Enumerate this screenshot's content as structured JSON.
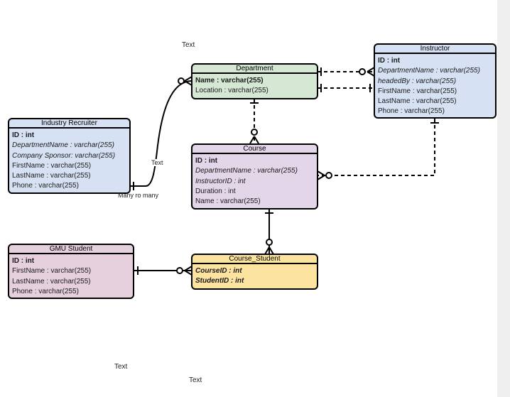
{
  "entities": {
    "department": {
      "title": "Department",
      "attributes": [
        {
          "text": "Name : varchar(255)",
          "style": "pk"
        },
        {
          "text": "Location : varchar(255)",
          "style": "normal"
        }
      ]
    },
    "instructor": {
      "title": "Instructor",
      "attributes": [
        {
          "text": "ID : int",
          "style": "pk"
        },
        {
          "text": "DepartmentName : varchar(255)",
          "style": "it"
        },
        {
          "text": "headedBy : varchar(255)",
          "style": "it"
        },
        {
          "text": "FirstName : varchar(255)",
          "style": "normal"
        },
        {
          "text": "LastName : varchar(255)",
          "style": "normal"
        },
        {
          "text": "Phone : varchar(255)",
          "style": "normal"
        }
      ]
    },
    "industry_recruiter": {
      "title": "Industry Recruiter",
      "attributes": [
        {
          "text": "ID : int",
          "style": "pk"
        },
        {
          "text": "DepartmentName : varchar(255)",
          "style": "it"
        },
        {
          "text": "Company Sponsor: varchar(255)",
          "style": "it"
        },
        {
          "text": "FirstName : varchar(255)",
          "style": "normal"
        },
        {
          "text": "LastName : varchar(255)",
          "style": "normal"
        },
        {
          "text": "Phone : varchar(255)",
          "style": "normal"
        }
      ]
    },
    "course": {
      "title": "Course",
      "attributes": [
        {
          "text": "ID : int",
          "style": "pk"
        },
        {
          "text": "DepartmentName : varchar(255)",
          "style": "it"
        },
        {
          "text": "InstructorID : int",
          "style": "it"
        },
        {
          "text": "Duration : int",
          "style": "normal"
        },
        {
          "text": "Name : varchar(255)",
          "style": "normal"
        }
      ]
    },
    "gmu_student": {
      "title": "GMU Student",
      "attributes": [
        {
          "text": "ID : int",
          "style": "pk"
        },
        {
          "text": "FirstName : varchar(255)",
          "style": "normal"
        },
        {
          "text": "LastName : varchar(255)",
          "style": "normal"
        },
        {
          "text": "Phone : varchar(255)",
          "style": "normal"
        }
      ]
    },
    "course_student": {
      "title": "Course_Student",
      "attributes": [
        {
          "text": "CourseID : int",
          "style": "bi"
        },
        {
          "text": "StudentID : int",
          "style": "bi"
        }
      ]
    }
  },
  "colors": {
    "blue": "#d6e2f3",
    "green": "#d5e8d4",
    "purple": "#e2d6e8",
    "pink": "#e6d0dd",
    "yellow": "#fde3a0"
  },
  "labels": {
    "text_top": "Text",
    "text_rel": "Text",
    "many_to_many": "Many ro many",
    "text_bottom_left": "Text",
    "text_bottom_right": "Text"
  }
}
